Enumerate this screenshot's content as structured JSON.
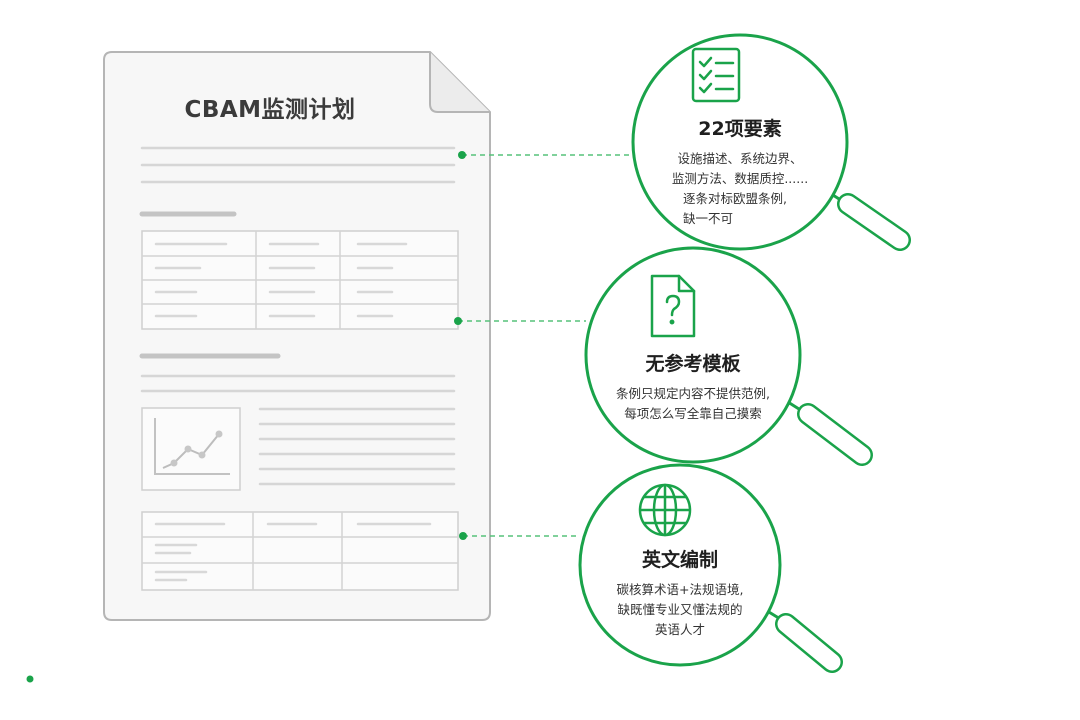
{
  "document": {
    "title": "CBAM监测计划"
  },
  "callouts": [
    {
      "icon": "checklist-icon",
      "heading": "22项要素",
      "lines": [
        "设施描述、系统边界、",
        "监测方法、数据质控......",
        "逐条对标欧盟条例,",
        "缺一不可"
      ]
    },
    {
      "icon": "question-document-icon",
      "heading": "无参考模板",
      "lines": [
        "条例只规定内容不提供范例,",
        "每项怎么写全靠自己摸索"
      ]
    },
    {
      "icon": "globe-icon",
      "heading": "英文编制",
      "lines": [
        "碳核算术语+法规语境,",
        "缺既懂专业又懂法规的",
        "英语人才"
      ]
    }
  ],
  "colors": {
    "accent": "#1aa34a",
    "document_stroke": "#b9b9b9",
    "placeholder_line": "#d9d9d9"
  }
}
